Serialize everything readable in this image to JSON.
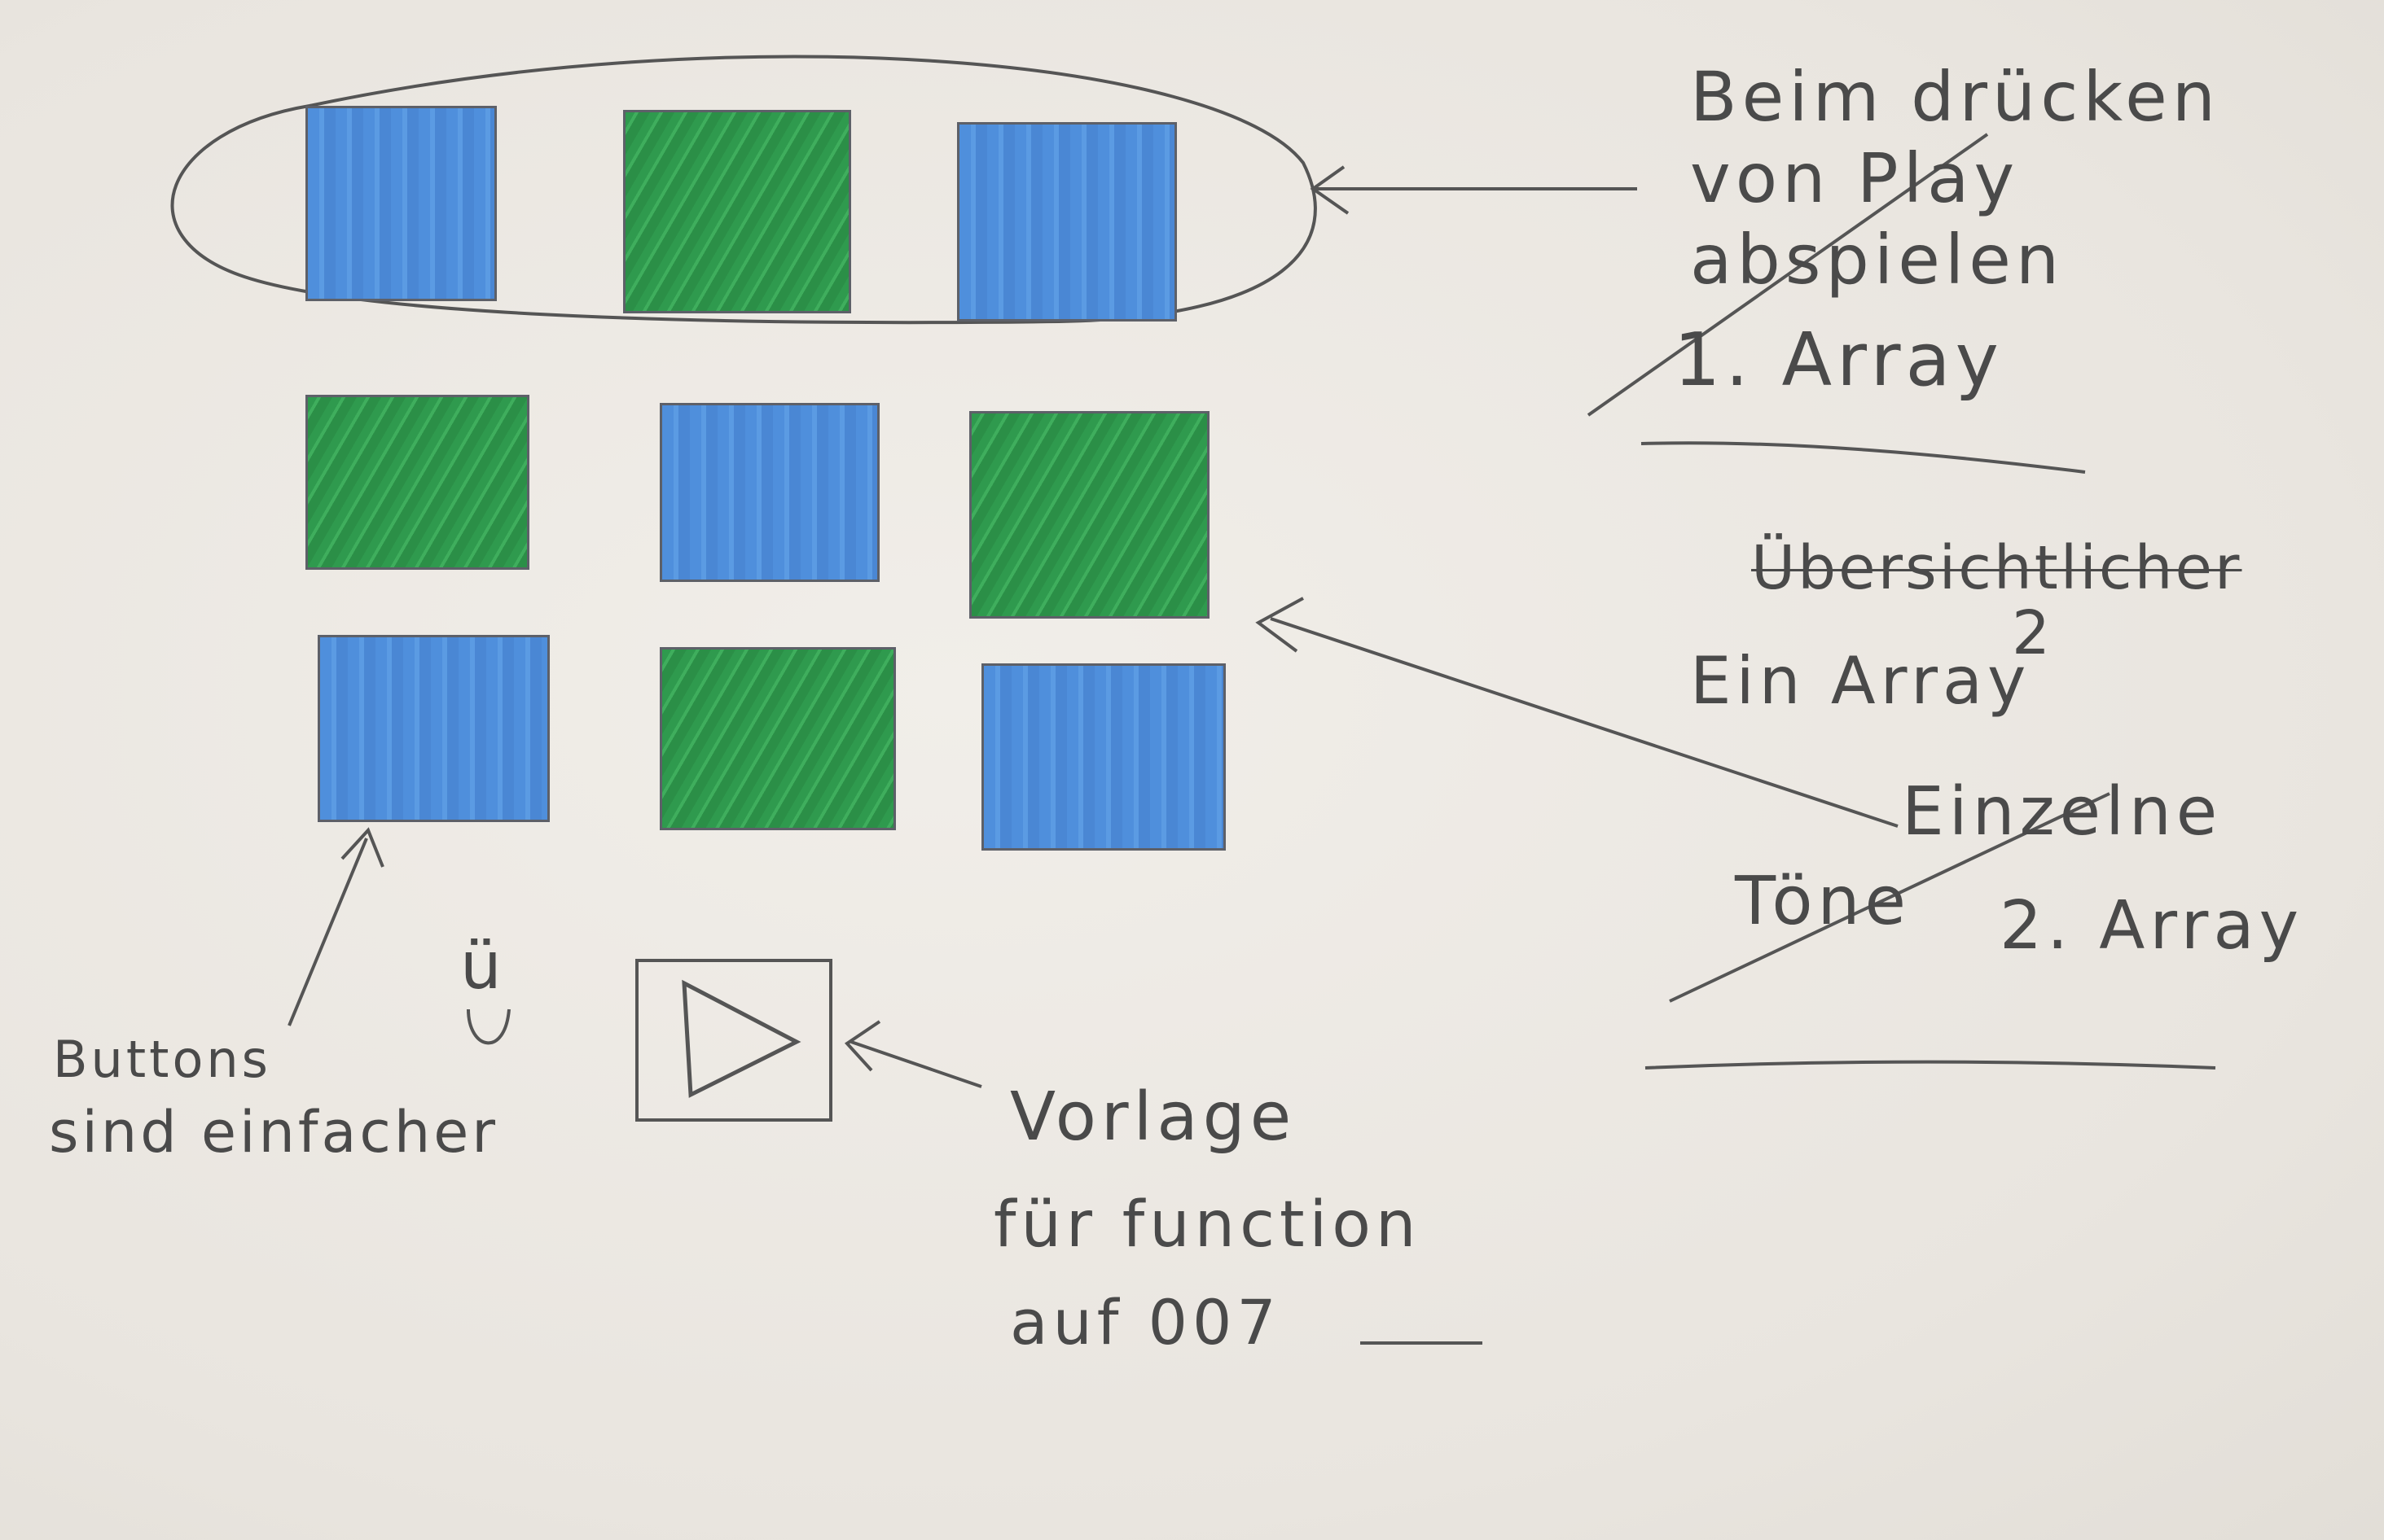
{
  "grid": {
    "rows": [
      [
        "blue",
        "green",
        "blue"
      ],
      [
        "green",
        "blue",
        "green"
      ],
      [
        "blue",
        "green",
        "blue"
      ]
    ],
    "colors": {
      "blue": "#4f8fdc",
      "green": "#2f9a4e",
      "pencil": "#4a4a4a"
    }
  },
  "notes": {
    "top_right": [
      "Beim drücken",
      "von Play",
      "abspielen",
      "1. Array"
    ],
    "middle_right_struck": "Übersichtlicher",
    "middle_right_number": "2",
    "middle_right_line": "Ein Array",
    "lower_right_struck_1": "Einzelne",
    "lower_right_struck_2": "Töne",
    "lower_right_line": "2. Array",
    "buttons_note": [
      "Buttons",
      "sind einfacher"
    ],
    "smiley": "ü",
    "template_note": [
      "Vorlage",
      "für function",
      "auf 007"
    ]
  },
  "play_button": {
    "icon": "play-icon"
  }
}
